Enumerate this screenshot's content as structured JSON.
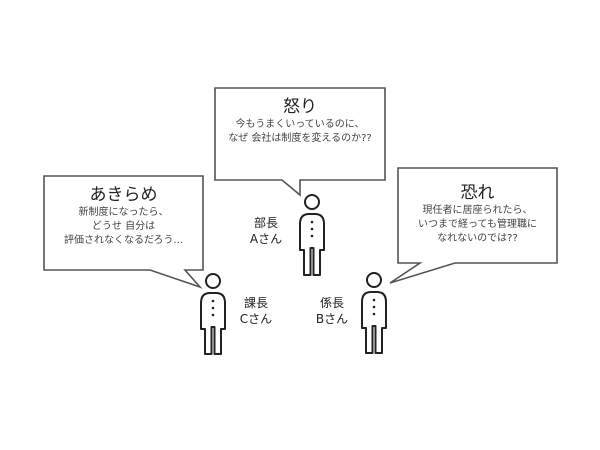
{
  "bubbles": [
    {
      "id": "bucho",
      "title": "怒り",
      "lines": [
        "今もうまくいっているのに、",
        "なぜ 会社は制度を変えるのか??"
      ]
    },
    {
      "id": "kacho",
      "title": "あきらめ",
      "lines": [
        "新制度になったら、",
        "どうせ 自分は",
        "評価されなくなるだろう..."
      ]
    },
    {
      "id": "kakaricho",
      "title": "恐れ",
      "lines": [
        "現任者に居座られたら、",
        "いつまで経っても管理職に",
        "なれないのでは??"
      ]
    }
  ],
  "people": [
    {
      "id": "bucho",
      "role": "部長",
      "name": "Aさん"
    },
    {
      "id": "kacho",
      "role": "課長",
      "name": "Cさん"
    },
    {
      "id": "kakaricho",
      "role": "係長",
      "name": "Bさん"
    }
  ],
  "colors": {
    "bubble_stroke": "#555555",
    "person_stroke": "#222222"
  }
}
